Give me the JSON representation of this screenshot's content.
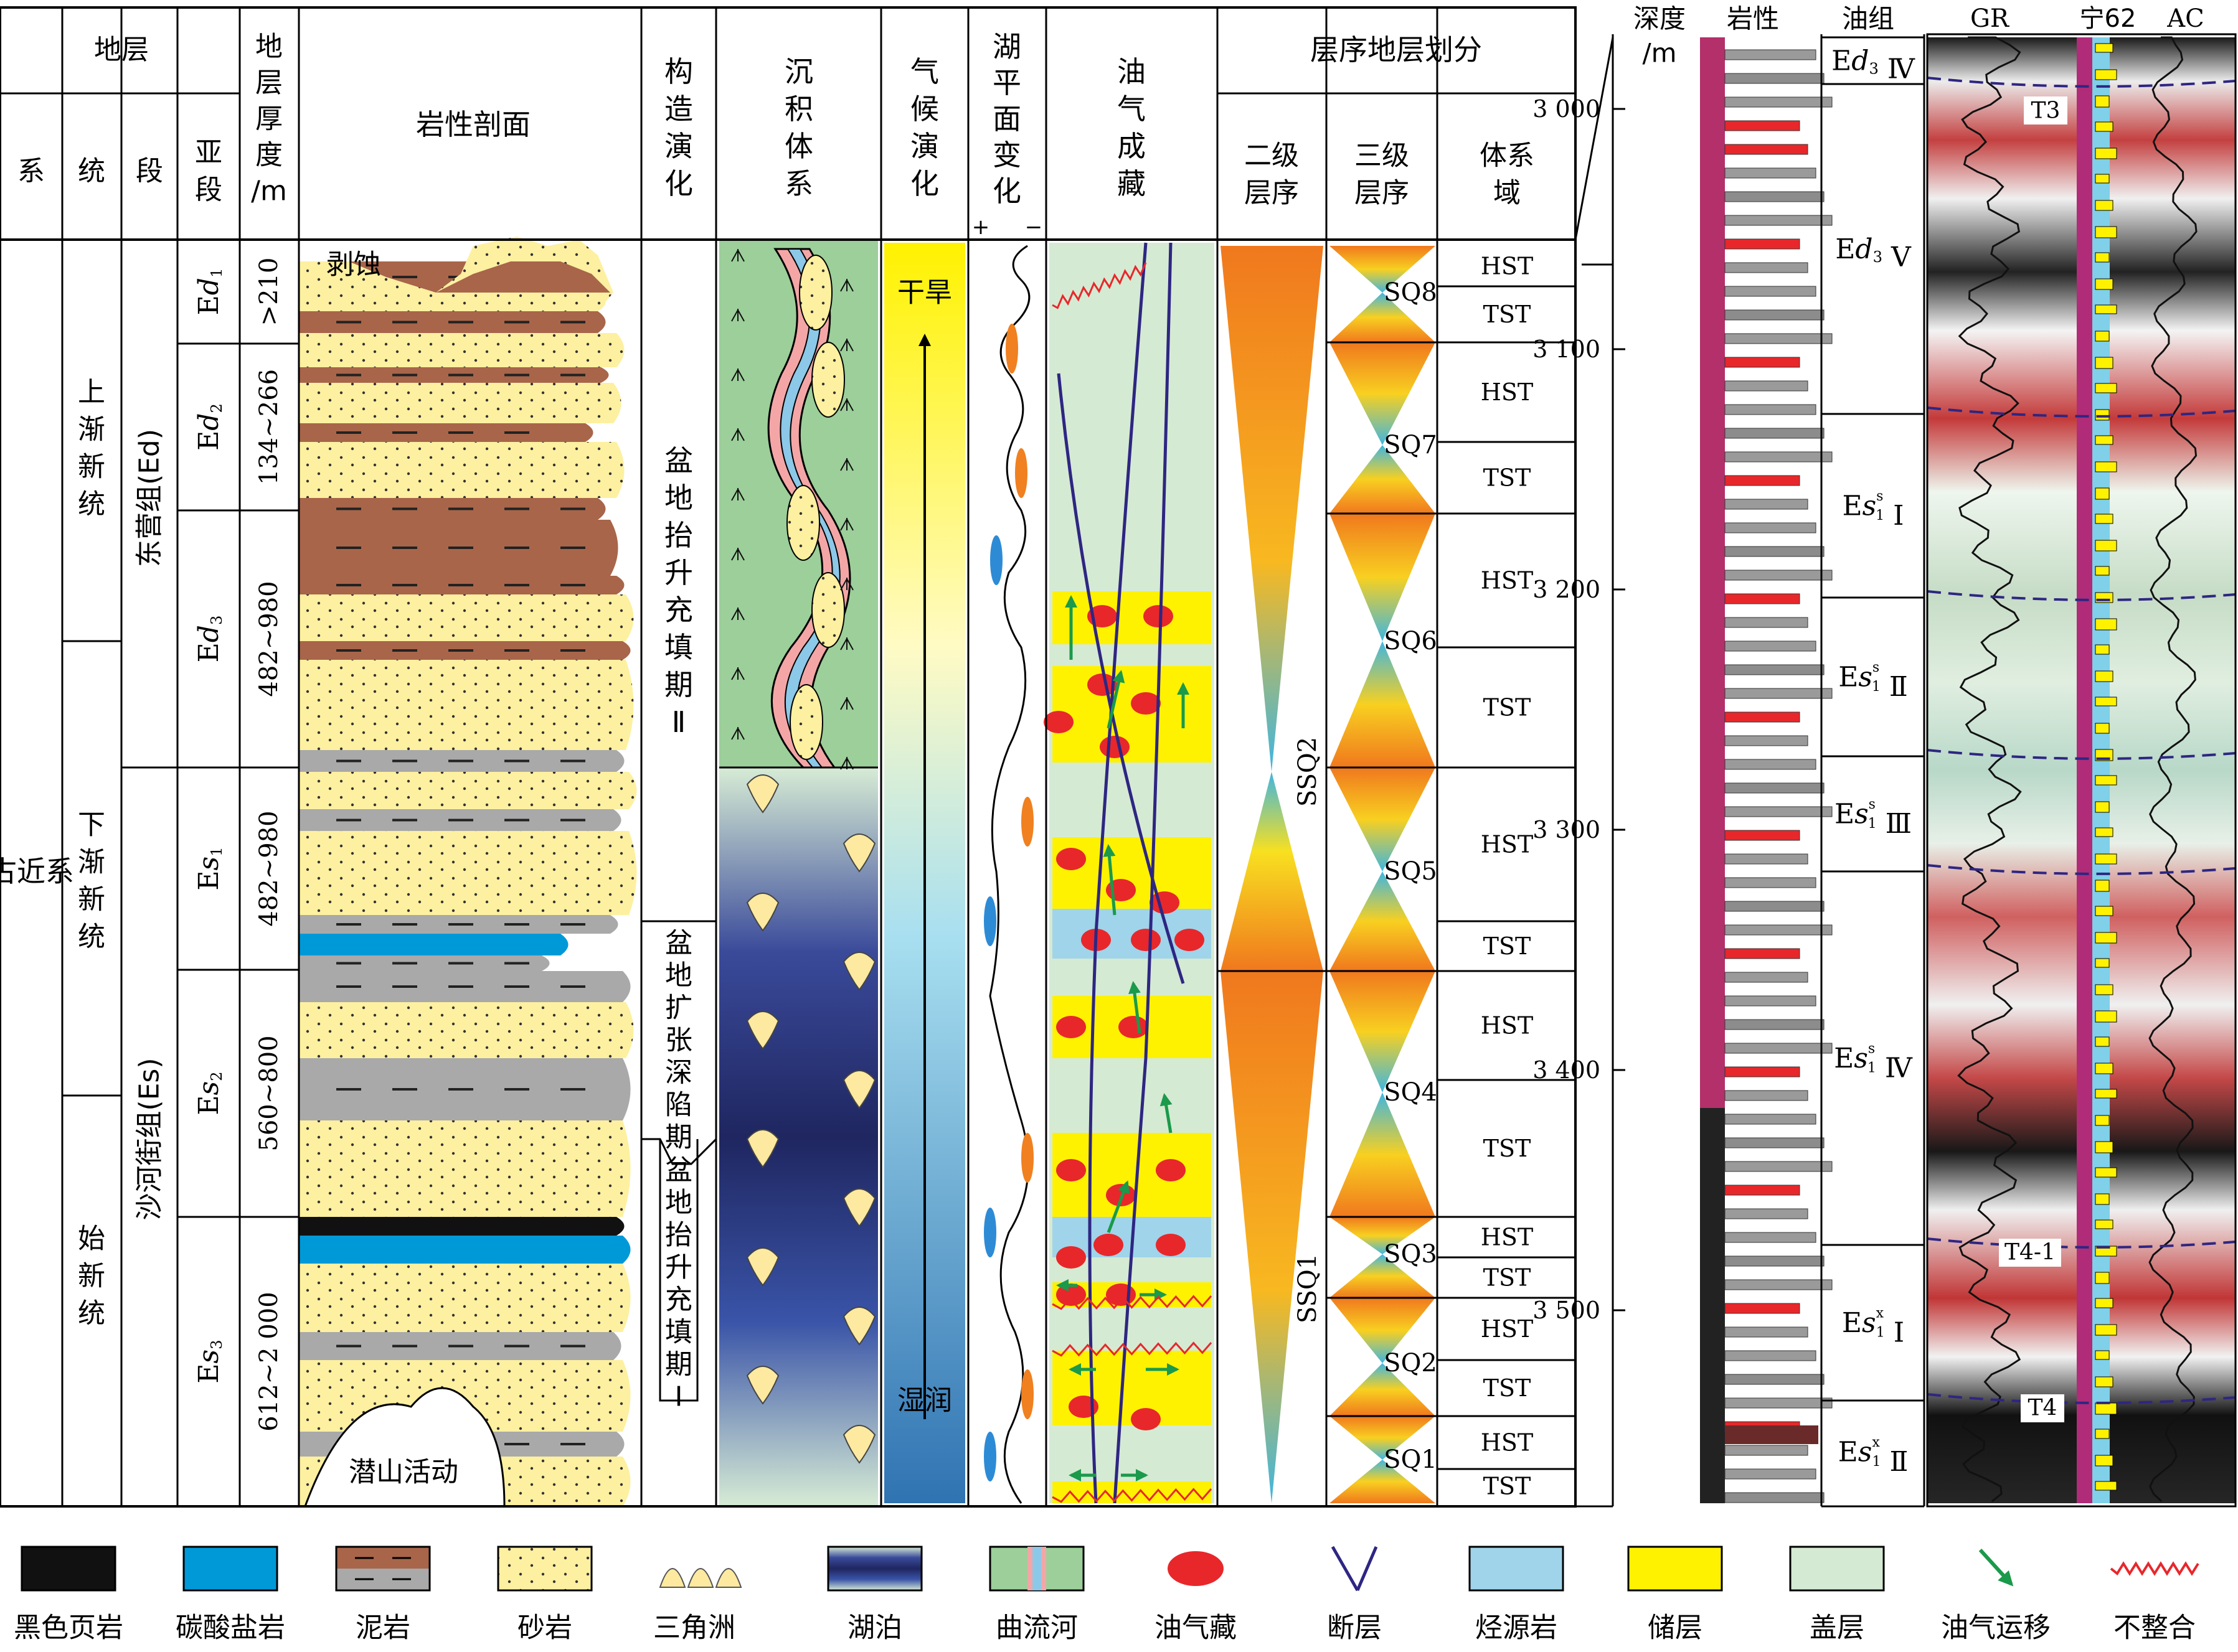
{
  "header": {
    "strata": "地层",
    "system": "系",
    "series": "统",
    "section": "段",
    "subsection": "亚段",
    "thickness": [
      "地",
      "层",
      "厚",
      "度",
      "/m"
    ],
    "lithology_profile": "岩性剖面",
    "tectonic": [
      "构",
      "造",
      "演",
      "化"
    ],
    "sedimentary": [
      "沉",
      "积",
      "体",
      "系"
    ],
    "climate": [
      "气",
      "候",
      "演",
      "化"
    ],
    "lake_level": [
      "湖",
      "平",
      "面",
      "变",
      "化"
    ],
    "lake_plus": "+",
    "lake_minus": "−",
    "accumulation": [
      "油",
      "气",
      "成",
      "藏"
    ],
    "sequence": "层序地层划分",
    "second_order": [
      "二级",
      "层序"
    ],
    "third_order": [
      "三级",
      "层序"
    ],
    "systems_tract": [
      "体系",
      "域"
    ]
  },
  "strata_col": {
    "system": "古近系",
    "series": [
      [
        "上",
        "渐",
        "新",
        "统"
      ],
      [
        "下",
        "渐",
        "新",
        "统"
      ],
      [
        "始",
        "新",
        "统"
      ]
    ],
    "formations": [
      "东营组(Ed)",
      "沙河街组(Es)"
    ],
    "subsections": [
      "Ed1",
      "Ed2",
      "Ed3",
      "Es1",
      "Es2",
      "Es3"
    ],
    "thickness": [
      ">210",
      "134~266",
      "482~980",
      "482~980",
      "560~800",
      "612~2 000"
    ]
  },
  "profile_labels": {
    "erosion": "剥蚀",
    "buried_hill": "潜山活动"
  },
  "tectonic": {
    "uplift2": [
      "盆",
      "地",
      "抬",
      "升",
      "充",
      "填",
      "期",
      "Ⅱ"
    ],
    "rift": [
      "盆",
      "地",
      "扩",
      "张",
      "深",
      "陷",
      "期"
    ],
    "uplift1": [
      "盆",
      "地",
      "抬",
      "升",
      "充",
      "填",
      "期",
      "Ⅰ"
    ]
  },
  "climate": {
    "arid": "干旱",
    "humid": "湿润"
  },
  "sequence": {
    "ssq": [
      "SSQ2",
      "SSQ1"
    ],
    "sq": [
      "SQ8",
      "SQ7",
      "SQ6",
      "SQ5",
      "SQ4",
      "SQ3",
      "SQ2",
      "SQ1"
    ],
    "tracts": [
      "HST",
      "TST",
      "HST",
      "TST",
      "HST",
      "TST",
      "HST",
      "TST",
      "HST",
      "TST",
      "HST",
      "TST",
      "HST",
      "TST",
      "HST",
      "TST"
    ]
  },
  "well": {
    "depth_title": [
      "深度",
      "/m"
    ],
    "lith_title": "岩性",
    "group_title": "油组",
    "gr": "GR",
    "well_name": "宁62",
    "ac": "AC",
    "depth_ticks": [
      "3 000",
      "3 100",
      "3 200",
      "3 300",
      "3 400",
      "3 500"
    ],
    "groups": [
      "Ed3Ⅳ",
      "Ed3Ⅴ",
      "Es1sⅠ",
      "Es1sⅡ",
      "Es1sⅢ",
      "Es1sⅣ",
      "Es1xⅠ",
      "Es1xⅡ"
    ],
    "markers": [
      "T3",
      "T4-1",
      "T4"
    ]
  },
  "legend": [
    "黑色页岩",
    "碳酸盐岩",
    "泥岩",
    "砂岩",
    "三角洲",
    "湖泊",
    "曲流河",
    "油气藏",
    "断层",
    "烃源岩",
    "储层",
    "盖层",
    "油气运移",
    "不整合"
  ],
  "colors": {
    "sand": "#fdf0a0",
    "mud": "#a8654a",
    "gray_mud": "#a9a9a9",
    "carbonate": "#0099d8",
    "shale": "#111111",
    "reservoir": "#fff200",
    "seal": "#d5ead3",
    "source": "#9fd4ea",
    "oil": "#e8272b",
    "fault": "#2e2682",
    "migration": "#1a9a4a",
    "meander": "#9ccf9a"
  }
}
